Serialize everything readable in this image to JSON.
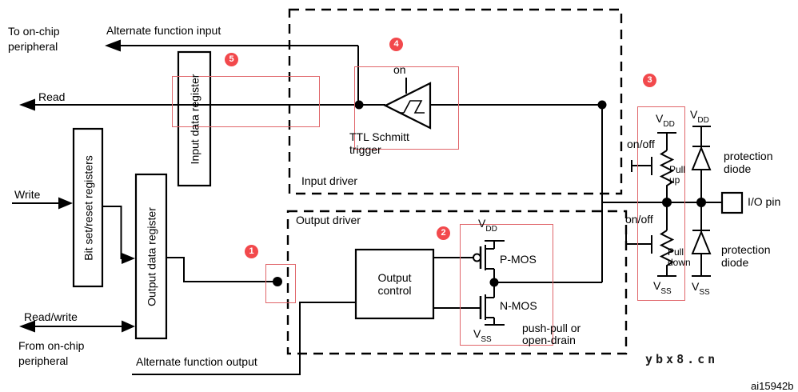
{
  "colors": {
    "line": "#000000",
    "marker_fill": "#f2494c",
    "marker_text": "#ffffff",
    "annotation_stroke": "#e0666a"
  },
  "labels": {
    "to_onchip": "To on-chip\nperipheral",
    "alt_func_input": "Alternate function input",
    "read": "Read",
    "write": "Write",
    "read_write": "Read/write",
    "from_onchip": "From on-chip\nperipheral",
    "alt_func_output": "Alternate function output",
    "bit_set_reset": "Bit set/reset registers",
    "output_data_register": "Output data register",
    "input_data_register": "Input data register",
    "input_driver": "Input driver",
    "output_driver": "Output driver",
    "ttl_schmitt": "TTL Schmitt\ntrigger",
    "on": "on",
    "output_control": "Output\ncontrol",
    "pmos": "P-MOS",
    "nmos": "N-MOS",
    "push_pull": "push-pull or\nopen-drain",
    "onoff_up": "on/off",
    "onoff_down": "on/off",
    "pull_up": "Pull\nup",
    "pull_down": "Pull\ndown",
    "protection_diode_top": "protection\ndiode",
    "protection_diode_bottom": "protection\ndiode",
    "io_pin": "I/O pin",
    "watermark": "ybx8.cn",
    "fig_id": "ai15942b"
  },
  "rails": {
    "vdd": {
      "base": "V",
      "sub": "DD"
    },
    "vss": {
      "base": "V",
      "sub": "SS"
    }
  },
  "markers": [
    "1",
    "2",
    "3",
    "4",
    "5"
  ]
}
